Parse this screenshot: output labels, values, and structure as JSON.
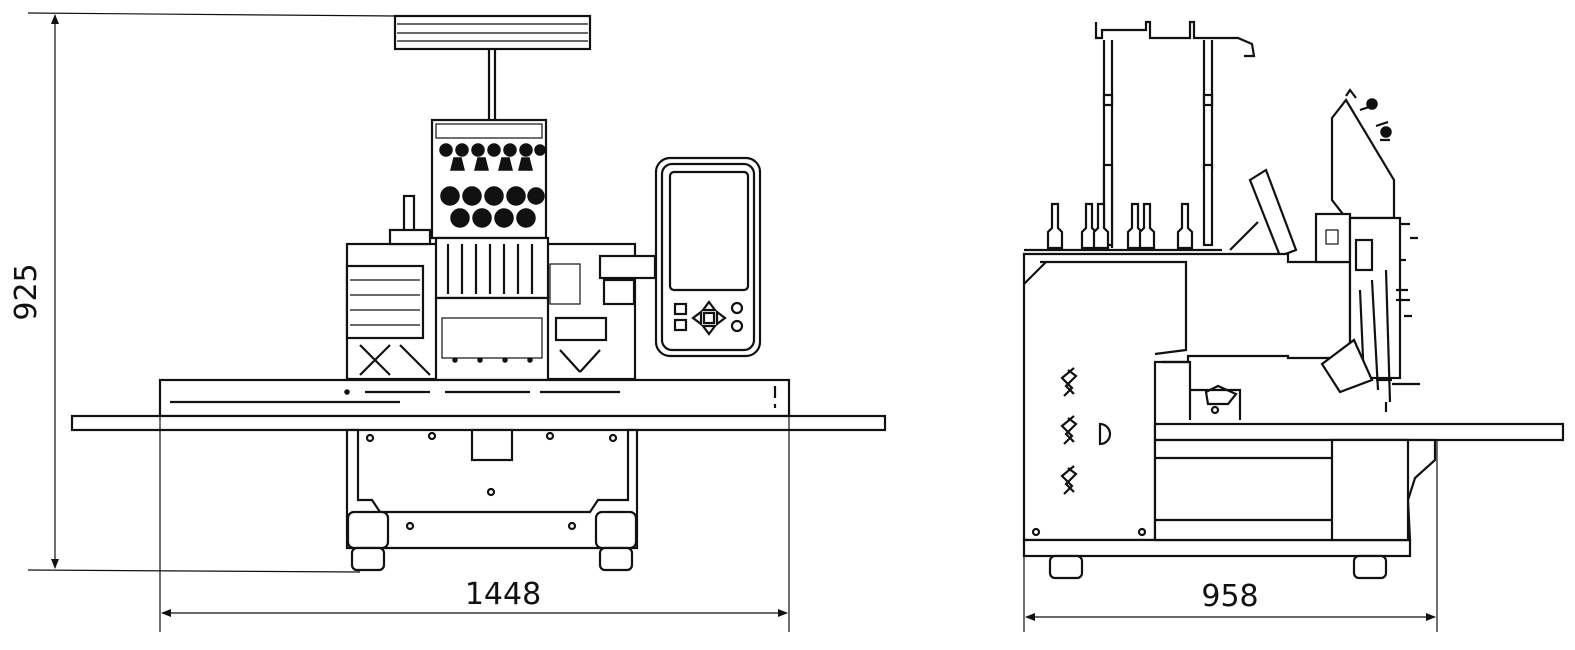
{
  "dimensions": {
    "height": "925",
    "width": "1448",
    "depth": "958"
  },
  "colors": {
    "line": "#111111",
    "background": "#ffffff"
  }
}
